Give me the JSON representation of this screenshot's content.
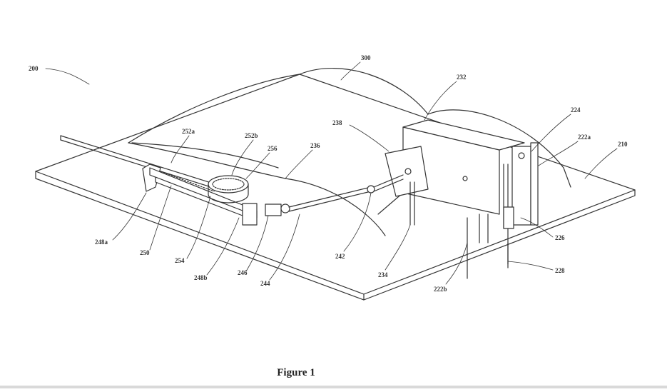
{
  "figure": {
    "caption": "Figure 1",
    "labels": [
      {
        "id": "200",
        "text": "200"
      },
      {
        "id": "300",
        "text": "300"
      },
      {
        "id": "232",
        "text": "232"
      },
      {
        "id": "224",
        "text": "224"
      },
      {
        "id": "222a",
        "text": "222a"
      },
      {
        "id": "210",
        "text": "210"
      },
      {
        "id": "238",
        "text": "238"
      },
      {
        "id": "252a",
        "text": "252a"
      },
      {
        "id": "252b",
        "text": "252b"
      },
      {
        "id": "256",
        "text": "256"
      },
      {
        "id": "236",
        "text": "236"
      },
      {
        "id": "248a",
        "text": "248a"
      },
      {
        "id": "250",
        "text": "250"
      },
      {
        "id": "254",
        "text": "254"
      },
      {
        "id": "248b",
        "text": "248b"
      },
      {
        "id": "246",
        "text": "246"
      },
      {
        "id": "244",
        "text": "244"
      },
      {
        "id": "242",
        "text": "242"
      },
      {
        "id": "234",
        "text": "234"
      },
      {
        "id": "222b",
        "text": "222b"
      },
      {
        "id": "226",
        "text": "226"
      },
      {
        "id": "228",
        "text": "228"
      }
    ]
  },
  "colors": {
    "line": "#333333",
    "background": "#ffffff"
  }
}
